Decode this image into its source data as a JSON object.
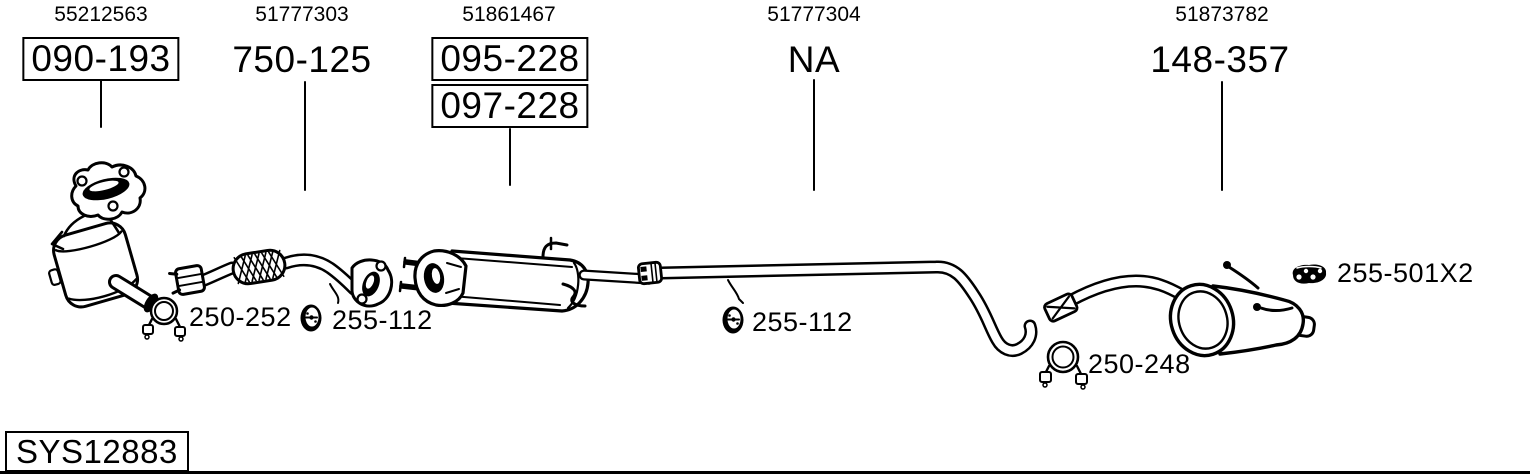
{
  "page": {
    "background": "#ffffff",
    "ink": "#000000"
  },
  "diagram": {
    "system_code": "SYS12883",
    "groups": [
      {
        "part_number": "55212563",
        "codes": [
          {
            "text": "090-193",
            "boxed": true
          }
        ]
      },
      {
        "part_number": "51777303",
        "codes": [
          {
            "text": "750-125",
            "boxed": false
          }
        ]
      },
      {
        "part_number": "51861467",
        "codes": [
          {
            "text": "095-228",
            "boxed": true
          },
          {
            "text": "097-228",
            "boxed": true
          }
        ]
      },
      {
        "part_number": "51777304",
        "codes": [
          {
            "text": "NA",
            "boxed": false
          }
        ]
      },
      {
        "part_number": "51873782",
        "codes": [
          {
            "text": "148-357",
            "boxed": false
          }
        ]
      }
    ],
    "fittings": [
      {
        "icon": "clamp-icon",
        "label": "250-252"
      },
      {
        "icon": "rubber-hanger-icon",
        "label": "255-112"
      },
      {
        "icon": "rubber-hanger-icon",
        "label": "255-112"
      },
      {
        "icon": "clamp-icon",
        "label": "250-248"
      },
      {
        "icon": "bracket-hanger-icon",
        "label": "255-501X2"
      }
    ]
  }
}
